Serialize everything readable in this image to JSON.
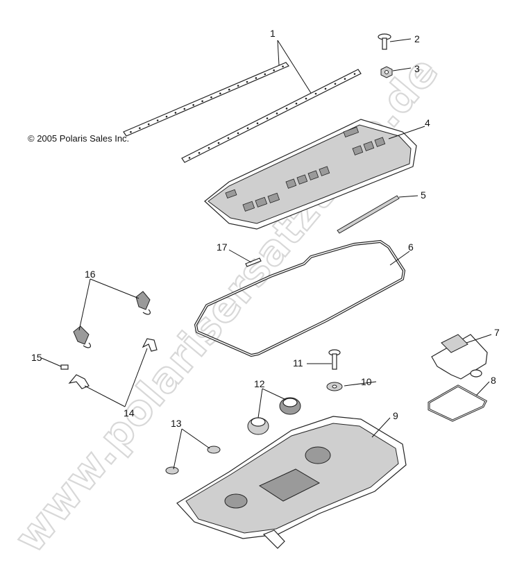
{
  "copyright": "© 2005 Polaris Sales Inc.",
  "watermark": "www.polarisersatzteile.de",
  "callouts": [
    "1",
    "2",
    "3",
    "4",
    "5",
    "6",
    "7",
    "8",
    "9",
    "10",
    "11",
    "12",
    "13",
    "14",
    "15",
    "16",
    "17"
  ],
  "part_names": {
    "1": "strip-pair",
    "2": "screw",
    "3": "nut",
    "4": "seat-cover-panel",
    "5": "rod",
    "6": "seal-gasket",
    "7": "bracket-plate",
    "8": "gasket-frame",
    "9": "storage-tub",
    "10": "washer",
    "11": "bolt",
    "12": "grommet-pair",
    "13": "plug-pair",
    "14": "clip-pair",
    "15": "pin",
    "16": "latch-pair",
    "17": "dowel"
  }
}
